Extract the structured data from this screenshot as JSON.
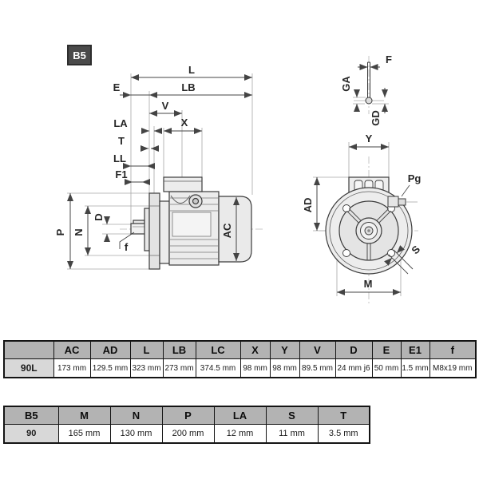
{
  "badge": {
    "label": "B5"
  },
  "drawing": {
    "side_labels": {
      "L": "L",
      "E": "E",
      "LB": "LB",
      "V": "V",
      "LA": "LA",
      "X": "X",
      "T": "T",
      "LL": "LL",
      "F1": "F1",
      "P": "P",
      "N": "N",
      "D": "D",
      "f": "f",
      "AC": "AC"
    },
    "front_labels": {
      "F": "F",
      "GA": "GA",
      "GD": "GD",
      "Y": "Y",
      "Pg": "Pg",
      "AD": "AD",
      "M": "M",
      "S": "S"
    }
  },
  "table1": {
    "headers": [
      "",
      "AC",
      "AD",
      "L",
      "LB",
      "LC",
      "X",
      "Y",
      "V",
      "D",
      "E",
      "E1",
      "f"
    ],
    "rows": [
      {
        "label": "90L",
        "cells": [
          "173 mm",
          "129.5 mm",
          "323 mm",
          "273 mm",
          "374.5 mm",
          "98 mm",
          "98 mm",
          "89.5 mm",
          "24 mm j6",
          "50 mm",
          "1.5 mm",
          "M8x19 mm"
        ]
      }
    ]
  },
  "table2": {
    "headers": [
      "B5",
      "M",
      "N",
      "P",
      "LA",
      "S",
      "T"
    ],
    "rows": [
      {
        "label": "90",
        "cells": [
          "165 mm",
          "130 mm",
          "200 mm",
          "12 mm",
          "11 mm",
          "3.5 mm"
        ]
      }
    ]
  }
}
